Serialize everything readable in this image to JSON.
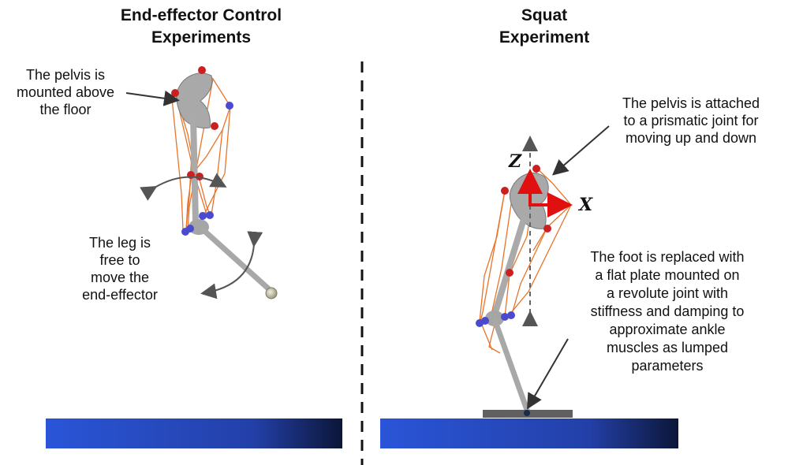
{
  "left_panel": {
    "title_line1": "End-effector Control",
    "title_line2": "Experiments",
    "note_pelvis": [
      "The pelvis is",
      "mounted above",
      "the floor"
    ],
    "note_leg": [
      "The leg is",
      "free to",
      "move the",
      "end-effector"
    ]
  },
  "right_panel": {
    "title_line1": "Squat",
    "title_line2": "Experiment",
    "note_pelvis": [
      "The pelvis is attached",
      "to a prismatic joint for",
      "moving up and down"
    ],
    "note_foot": [
      "The foot is replaced with",
      "a flat plate mounted on",
      "a revolute joint with",
      "stiffness and damping to",
      "approximate ankle",
      "muscles as lumped",
      "parameters"
    ],
    "axis_z": "Z",
    "axis_x": "X"
  },
  "colors": {
    "floor_start": "#2a55d8",
    "floor_end": "#0c1638",
    "muscle": "#e8742a",
    "marker_red": "#cc2020",
    "marker_blue": "#4a4ad0",
    "bone": "#b0b0b0",
    "axis_red": "#e01010",
    "plate": "#606060"
  }
}
